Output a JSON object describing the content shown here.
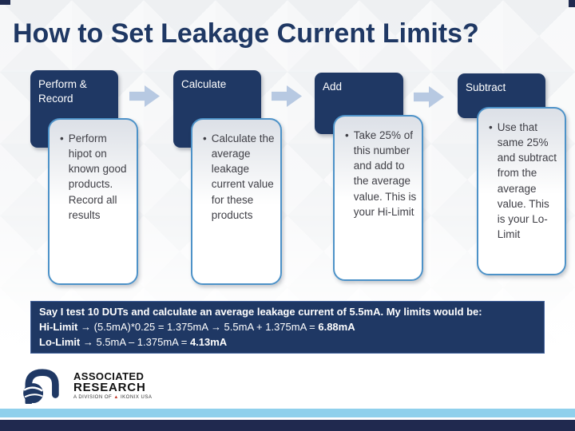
{
  "slide": {
    "title": "How to Set Leakage Current Limits?"
  },
  "bullet_glyph": "•",
  "steps": [
    {
      "header": "Perform & Record",
      "bullet": "Perform hipot on known good products. Record all results"
    },
    {
      "header": "Calculate",
      "bullet": "Calculate the average leakage current value for these products"
    },
    {
      "header": "Add",
      "bullet": "Take 25% of this number and add to the average value. This is your Hi-Limit"
    },
    {
      "header": "Subtract",
      "bullet": "Use that same 25% and subtract from the average value. This is your Lo-Limit"
    }
  ],
  "example": {
    "intro": "Say I test 10 DUTs and calculate an average leakage current of 5.5mA. My limits would be:",
    "hi": [
      {
        "text": "Hi-Limit",
        "bold": true
      },
      {
        "text": " → (5.5mA)*0.25 = 1.375mA → 5.5mA + 1.375mA = ",
        "bold": false
      },
      {
        "text": "6.88mA",
        "bold": true
      }
    ],
    "lo": [
      {
        "text": "Lo-Limit",
        "bold": true
      },
      {
        "text": " → 5.5mA – 1.375mA = ",
        "bold": false
      },
      {
        "text": "4.13mA",
        "bold": true
      }
    ]
  },
  "logo": {
    "name_line1": "ASSOCIATED",
    "name_line2": "RESEARCH",
    "tagline_prefix": "A DIVISION OF",
    "warning_glyph": "▲",
    "tagline_suffix": "IKONIX USA"
  },
  "colors": {
    "title_navy": "#1F3864",
    "header_box_navy": "#1F3864",
    "example_box_navy": "#1F3864",
    "footer_bar_navy": "#20294F",
    "footer_bar_light_blue": "#8FD0EC",
    "arrow_blue": "#B7C9E2",
    "content_border_blue": "#4D92C8",
    "red_accent": "#C0392B"
  }
}
